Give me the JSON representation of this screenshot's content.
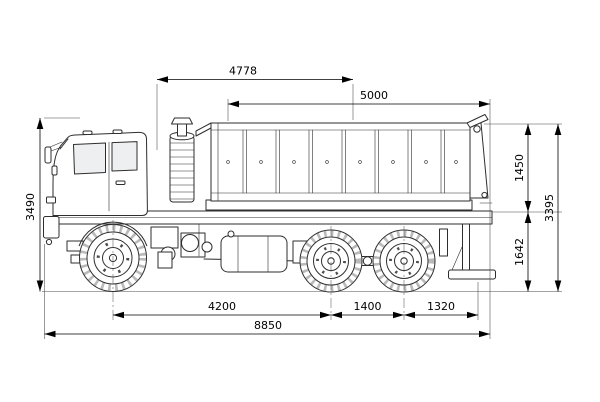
{
  "canvas": {
    "background": "#ffffff",
    "line_color": "#2e2e2e",
    "dimension_color": "#000000"
  },
  "drawing": {
    "subject": "dump-truck-side-view"
  },
  "dimensions": {
    "top_length": "4778",
    "body_length": "5000",
    "overall_height": "3490",
    "body_height": "1450",
    "total_rear_height": "3395",
    "frame_height": "1642",
    "wheelbase": "4200",
    "bogie_spacing": "1400",
    "rear_overhang": "1320",
    "overall_length": "8850"
  }
}
